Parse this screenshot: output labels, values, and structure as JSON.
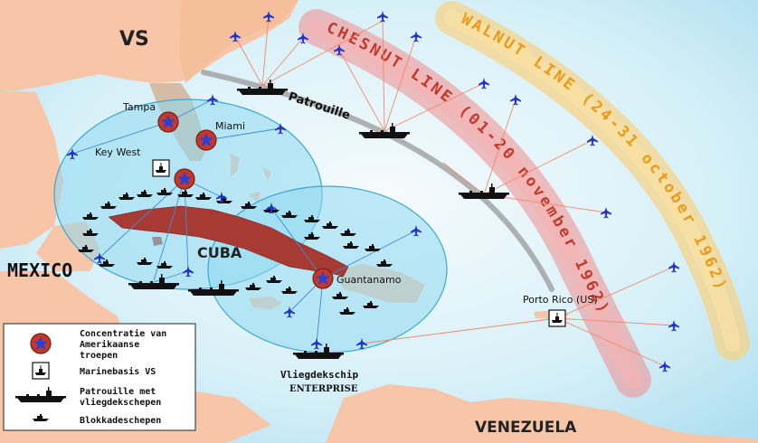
{
  "map": {
    "countries": {
      "us": "VS",
      "mexico": "MEXICO",
      "cuba": "CUBA",
      "venezuela": "VENEZUELA"
    },
    "cities": {
      "tampa": "Tampa",
      "miami": "Miami",
      "key_west": "Key West",
      "guantanamo": "Guantanamo",
      "porto_rico": "Porto Rico (US)"
    },
    "lines": {
      "chesnut": "CHESNUT LINE (01-20 november 1962)",
      "walnut": "WALNUT LINE (24-31 october 1962)",
      "patrol": "Patrouille"
    },
    "carrier_label": {
      "line1": "Vliegdekschip",
      "line2": "ENTERPRISE"
    },
    "legend": {
      "troops": "Concentratie van Amerikaanse troepen",
      "troops_l1": "Concentratie van",
      "troops_l2": "Amerikaanse",
      "troops_l3": "troepen",
      "naval_base": "Marinebasis VS",
      "patrol_l1": "Patrouille met",
      "patrol_l2": "vliegdekschepen",
      "blockade": "Blokkadeschepen"
    },
    "colors": {
      "sea": "#bfe6f2",
      "land": "#f7c6a8",
      "cuba": "#a83a34",
      "florida": "#d4bca6",
      "zone": "#8fd8f0",
      "chesnut_band": "#f29a9a",
      "walnut_band": "#fcd27a",
      "troop_marker": "#c0392b",
      "troop_star": "#2a3fd6"
    }
  }
}
